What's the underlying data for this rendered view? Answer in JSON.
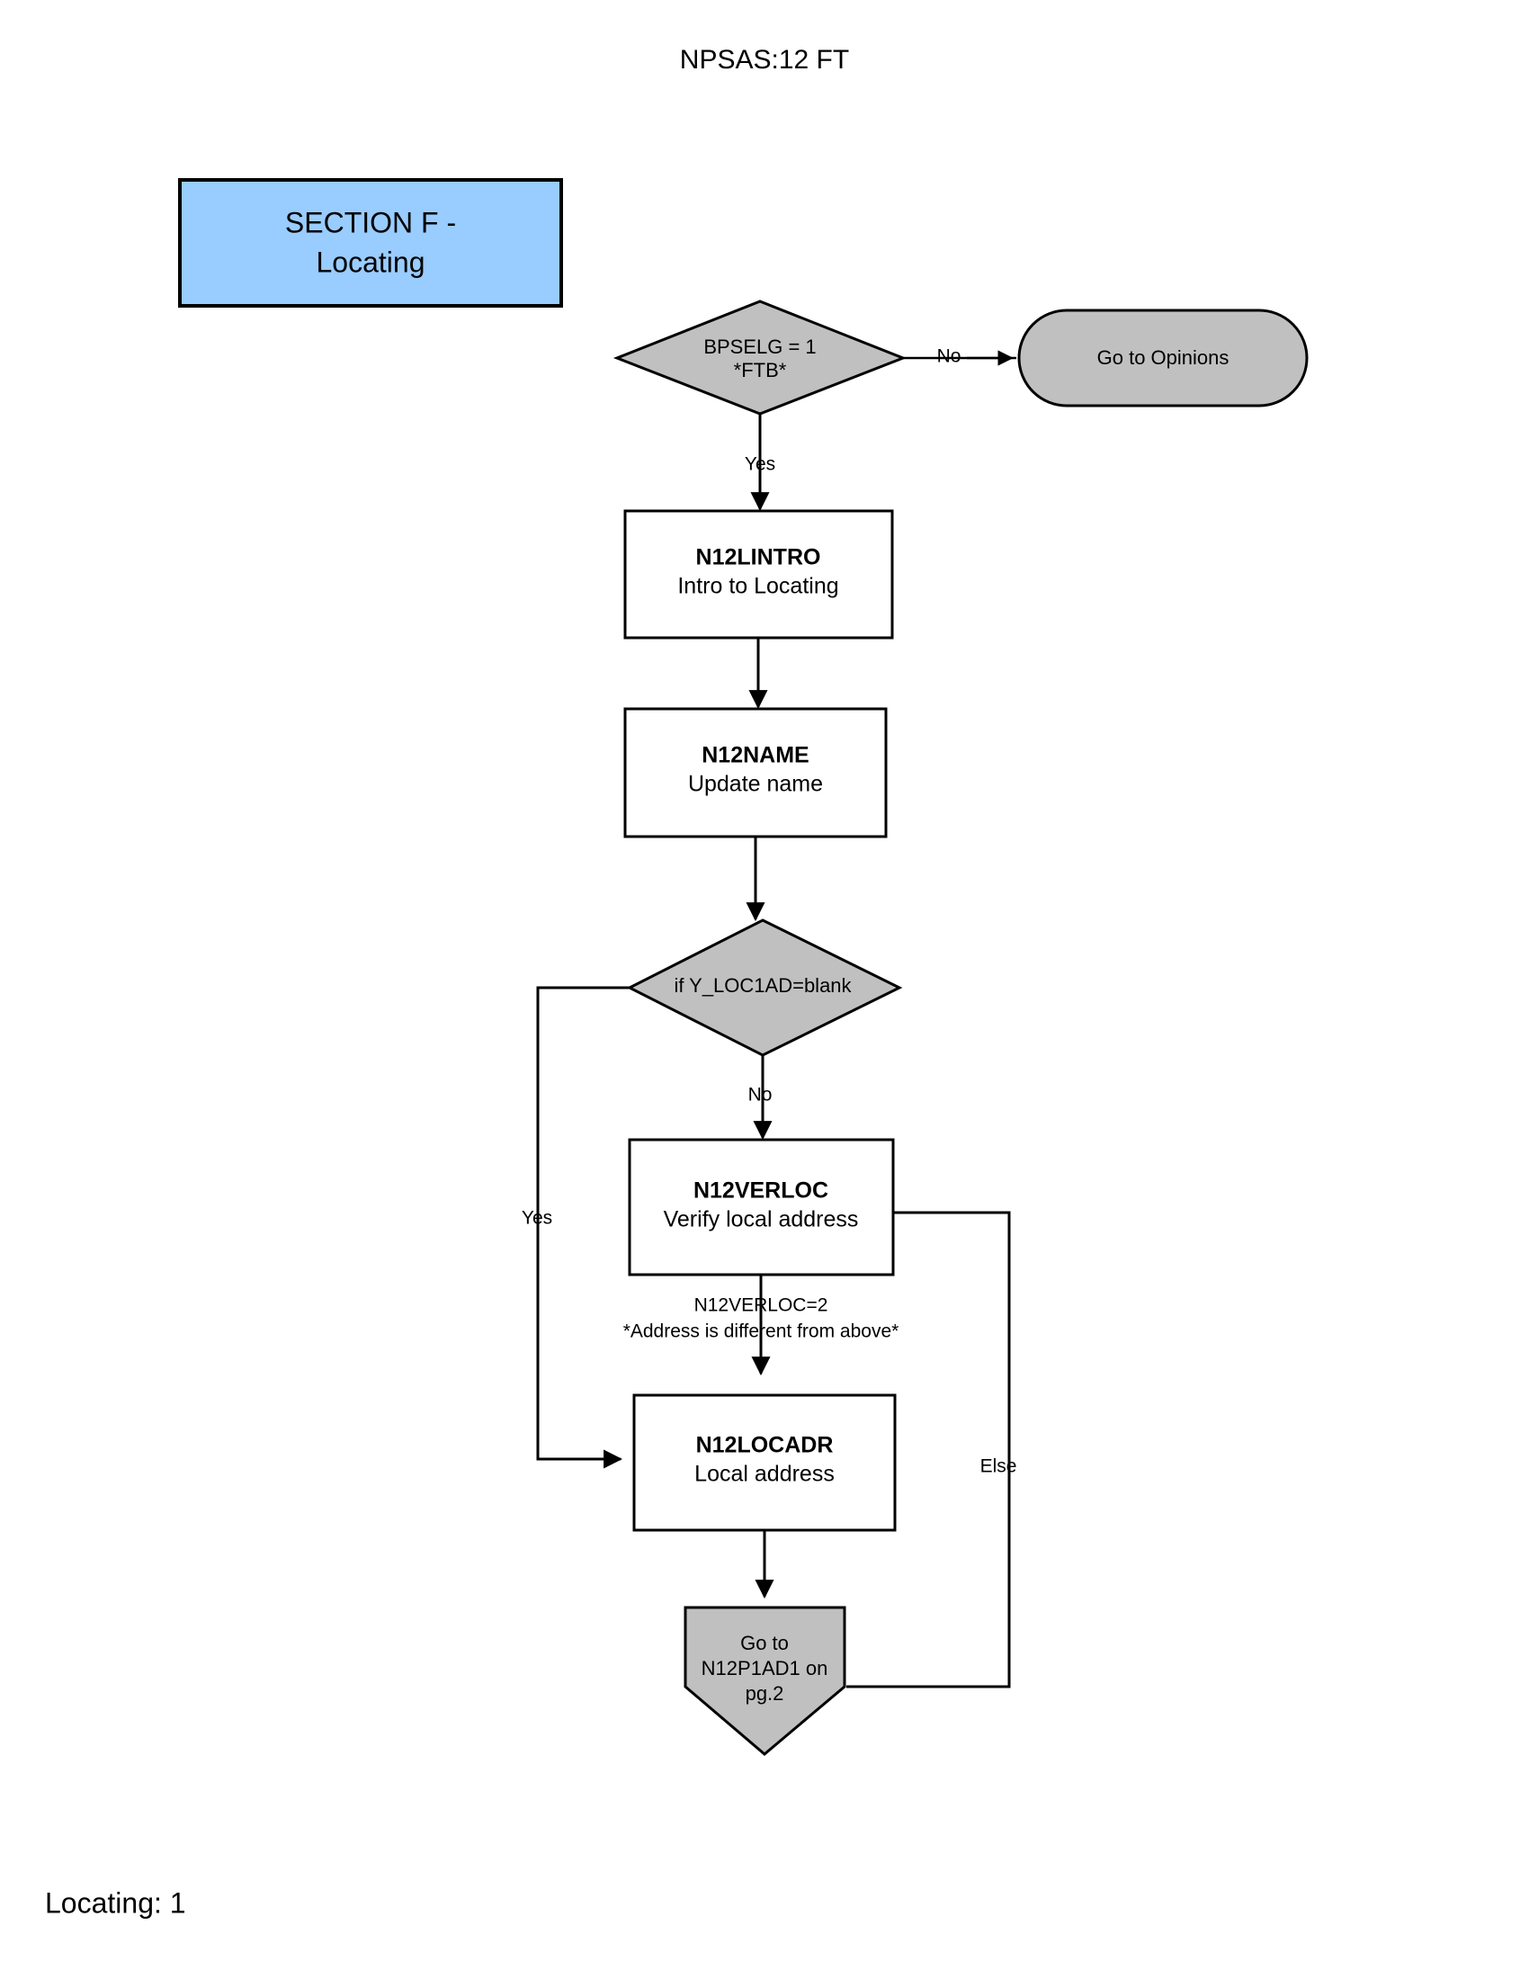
{
  "document": {
    "title": "NPSAS:12 FT",
    "footer": "Locating: 1"
  },
  "section_header": {
    "line1": "SECTION F -",
    "line2": "Locating",
    "fill_color": "#99ccff"
  },
  "colors": {
    "decision_fill": "#c0c0c0",
    "process_fill": "#ffffff",
    "terminator_fill": "#c0c0c0",
    "connector_fill": "#c0c0c0",
    "stroke": "#000000"
  },
  "nodes": {
    "decision_bpselg": {
      "type": "decision",
      "line1": "BPSELG = 1",
      "line2": "*FTB*"
    },
    "terminator_opinions": {
      "type": "terminator",
      "label": "Go to Opinions"
    },
    "process_lintro": {
      "type": "process",
      "id": "N12LINTRO",
      "desc": "Intro to Locating"
    },
    "process_name": {
      "type": "process",
      "id": "N12NAME",
      "desc": "Update name"
    },
    "decision_loc1ad": {
      "type": "decision",
      "label": "if Y_LOC1AD=blank"
    },
    "process_verloc": {
      "type": "process",
      "id": "N12VERLOC",
      "desc": "Verify local address"
    },
    "process_locadr": {
      "type": "process",
      "id": "N12LOCADR",
      "desc": "Local address"
    },
    "connector_p1ad1": {
      "type": "connector",
      "line1": "Go to",
      "line2": "N12P1AD1 on",
      "line3": "pg.2"
    }
  },
  "edges": {
    "bpselg_no": "No",
    "bpselg_yes": "Yes",
    "loc1ad_no": "No",
    "loc1ad_yes": "Yes",
    "verloc_cond_line1": "N12VERLOC=2",
    "verloc_cond_line2": "*Address is different from above*",
    "verloc_else": "Else"
  }
}
